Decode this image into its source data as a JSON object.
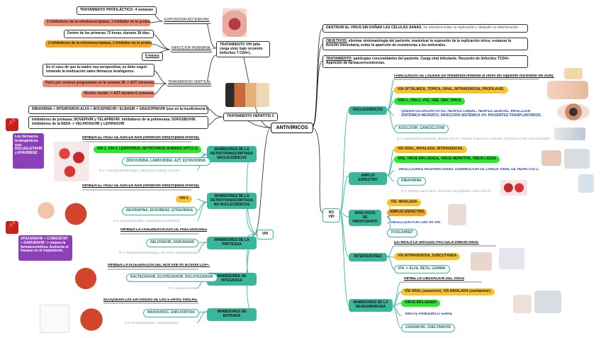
{
  "center": "ANTIVÍRICOS",
  "left": {
    "vih_tratamiento": "TRATAMIENTO VIH (alta carga viral, bajo recuento linfocitos T CD4+).",
    "exposicion": {
      "label": "EXPOSICIÓN ACCIDENTAL",
      "items": [
        "TRATAMIENTO PROFILÁCTICO: 4 semanas",
        "2 inhibidores de la retrotranscriptasa, 1 inhibidor de la proteasa."
      ]
    },
    "perinatal": {
      "label": "INFECCIÓN PERINATAL",
      "items": [
        "Dentro de las primeras 72 horas, durante 28 días.",
        "2 inhibidores de la retrotranscriptasa, 1 inhibidor de la proteasa.",
        "6 meses"
      ]
    },
    "vertical": {
      "label": "TRANSMISIÓN VERTICAL",
      "items": [
        "En el caso de que la madre sea seropositiva, se debe seguir tomando la medicación salvo fármacos teratógenos.",
        "Parto por cesárea programado en la semana 38 -> AZT intravenoso",
        "Recién nacido -> AZT durante 6 semanas."
      ]
    },
    "hepatitis": {
      "label": "TRATAMIENTO HEPATITIS C",
      "items": [
        "RIBAVIRINA + INTERFERON ALFA + BOCEPREVIR / ELBASIR + GRAZOPREVIR (uso en la insuficiencia hepática).",
        "Inhibidores de proteasa: BOVEPIVIR y TELAPREVIR. Inhibidores de la polimerasa: SOFOSBUVIR. Inhibidores de la NS5A -> VELPATASVIR y LEPIPASVIR"
      ]
    },
    "purple_note": "Los fármacos teratogénicos son: DOLUGLETAVIR y EFAVIRENZ",
    "purple_note2": "ATAZANAVIR + COBICISTAT + DARUNAVIR -> mejora la farmacocinética. Aumenta el fracaso en el tratamiento.",
    "vih": "VIH",
    "groups": [
      {
        "label": "INHIBIDORES DE LA RETROTRANSCRIPTASA NUCLEOSÍDICOS",
        "head": "INHIBEN EL PASO DE ADN EN ARN (inhibición transcriptasa inversa).",
        "drugs": [
          "VIH-1, VIH-2, LENTIVIRUS, RETROVIRUS HUMANO (HTLV-1)",
          "ZIDOVUDINA, LAMIVUDINA, AZT, ESTAVUDINA."
        ],
        "ra": "R.A: toxicidad hematológica, depresión medular, anemia."
      },
      {
        "label": "INHIBIDORES DE LA RETROTRANSCRIPTASA NO NUCLEOSÍDICOS",
        "head": "INHIBEN EL PASO DE ADN EN ARN (inhibición transcriptasa inversa).",
        "drugs": [
          "VIH-1",
          "NEVIRAPINA, EFAVIRENZ, ETRAVIRINA"
        ],
        "ra": "R.A: Hepatotoxicidad, teratogénicos (efavirenz)"
      },
      {
        "label": "INHIBIDORES DE LA PROTEASA",
        "head": "INHIBEN LA FRAGMENTACIÓN DE PRECURSORES",
        "drugs": [
          "NELFINAVIR, DARUNAVIR"
        ],
        "ra": "R.A: Toxicidad hematológica, Elevación transaminasas."
      },
      {
        "label": "INHIBIDORES DE INTEGRASA",
        "head": "INHIBEN LA INTEGRACIÓN DEL ADN viral en la célula CD4+.",
        "drugs": [
          "RALTEGRAVIR, ELVITEGRAVIR, DOLUTEGRAVIR"
        ],
        "ra": "R.A: Hepatotoxicidad"
      },
      {
        "label": "INHIBIDORES DE ENTRADA",
        "head": "BLOQUEAN LAS ENTRADAS DE LAS ETAPAS VÍRICAS.",
        "drugs": [
          "MARAVIROC, ENFUVIRTIDA"
        ],
        "ra": "R.A: Hepatotoxicidad, Cardiotoxicidad"
      }
    ]
  },
  "right": {
    "objectives": [
      {
        "lead": "DESTRUIR EL VIRUS SIN DAÑAR LAS CÉLULAS SANAS.",
        "rest": " Se intentará evitar su replicación y después su diseminación."
      },
      {
        "lead": "OBJETIVOS:",
        "rest": " eliminar sintomatología del paciente, maximizar la supresión de la replicación vírica, restaurar la función inmunitaria, evitar la aparición de resistencias a los antivirales."
      },
      {
        "lead": "TRATAMIENTO:",
        "rest": " patologías concomitantes del paciente. Carga viral infectante. Recuento de linfocitos TCD4+. Aparición de farmacorresistencias."
      }
    ],
    "no_vih": "NO VIH",
    "groups": [
      {
        "label": "NUCLEOSÍDICOS",
        "head": "FINALIZADOR DE CADENA (se metaboliza imitando la unión del siguiente nucleótido del ADN).",
        "items": [
          [
            "yellow",
            "VÍA OFTÁLMICA, TÓPICA, ORAL, INTRAVENOSA, PROFILAXIS."
          ],
          [
            "green",
            "VSH-1, VSH-2, VVZ, VEB, CMV, VHH-6."
          ],
          [
            "blue",
            "QUERATOCONJUNTIVITIS. HERPES LABIAL. HERPES GENITAL. INFECCIÓN SISTÉMICA NEONATO. INFECCIÓN SISTÉMICA VH. PACIENTES TRASPLANTADOS."
          ],
          [
            "tealout",
            "ACICLOVIR, GANCICLOVIR"
          ]
        ],
        "ra": "R.A: queratopatía punteada, alteraciones GI, cefalea, erupciones cutáneas, afectación renal, neurotoxicidad"
      },
      {
        "label": "AMPLIO ESPECTRO",
        "items": [
          [
            "yellow",
            "VÍA ORAL, INHALADA, INTRAVENOSA."
          ],
          [
            "green",
            "VRS, VIRUS INFLUENZA, VIRUS HEPATITIS, VIRUS LASSA"
          ],
          [
            "blue",
            "INFECCIONES RESPIRATORIAS. DISMINUCIÓN DE CARGA VIRAL DE HEPATITIS C."
          ],
          [
            "tealout",
            "RIBAVIRINA"
          ]
        ],
        "ra": "R.A: anemia macrocítica, reducción hemoglobina, reducción Hb"
      },
      {
        "label": "ANÁLOGOS DE PIROFOSFATO",
        "items": [
          [
            "yellow",
            "VÍA: INHALADA"
          ],
          [
            "orange",
            "AMPLIO ESPECTRO"
          ],
          [
            "blue",
            "INFECCIÓN POR CMV en VIH"
          ],
          [
            "tealout",
            "FOSCARNET"
          ]
        ]
      },
      {
        "label": "INTERFERONES",
        "head": "ESTIMULA LA SÍNTESIS PROTEICA INMUNITARIA.",
        "items": [
          [
            "yellow",
            "VÍA INTRAVENOSA, SUBCUTÁNEA"
          ],
          [
            "tealout",
            "IFN -> ALFA, BETA, GAMMA"
          ]
        ]
      },
      {
        "label": "INHIBIDORES DE LA NEURAMINIDASA",
        "head": "INHIBE LA LIBERACIÓN DEL VIRUS",
        "items": [
          [
            "yellow",
            "VÍA ORAL (zanamivir), VÍA INHALADA (oseltamivir)."
          ],
          [
            "green",
            "VIRUS INFLUENZA"
          ],
          [
            "blue",
            "BROTE PANDÉMICO GRIPE"
          ],
          [
            "tealout",
            "ZANAMIVIR, OSELTAMIVIR"
          ]
        ]
      }
    ]
  },
  "colors": {
    "teal": "#3ab79b",
    "green": "#2ee82e",
    "yellow": "#f9c22e",
    "red": "#f08a70",
    "purple": "#8b3fb8"
  }
}
